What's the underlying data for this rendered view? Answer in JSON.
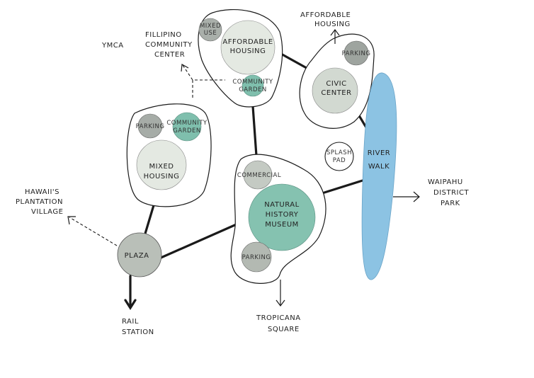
{
  "labels": {
    "ymca": "YMCA",
    "filipino_1": "FILLIPINO",
    "filipino_2": "COMMUNITY",
    "filipino_3": "CENTER",
    "aff_top_1": "AFFORDABLE",
    "aff_top_2": "HOUSING",
    "hawaii_1": "HAWAII'S",
    "hawaii_2": "PLANTATION",
    "hawaii_3": "VILLAGE",
    "waipahu_1": "WAIPAHU",
    "waipahu_2": "DISTRICT",
    "waipahu_3": "PARK",
    "rail_1": "RAIL",
    "rail_2": "STATION",
    "tropicana_1": "TROPICANA",
    "tropicana_2": "SQUARE"
  },
  "nodes": {
    "mixed_use_1": "MIXED",
    "mixed_use_2": "USE",
    "affordable_1": "AFFORDABLE",
    "affordable_2": "HOUSING",
    "comm_garden_top_1": "COMMUNITY",
    "comm_garden_top_2": "GARDEN",
    "parking_ne": "PARKING",
    "civic_1": "CIVIC",
    "civic_2": "CENTER",
    "parking_w": "PARKING",
    "comm_garden_w_1": "COMMUNITY",
    "comm_garden_w_2": "GARDEN",
    "mixed_housing_1": "MIXED",
    "mixed_housing_2": "HOUSING",
    "splash_1": "SPLASH",
    "splash_2": "PAD",
    "river_1": "RIVER",
    "river_2": "WALK",
    "commercial": "COMMERCIAL",
    "museum_1": "NATURAL",
    "museum_2": "HISTORY",
    "museum_3": "MUSEUM",
    "parking_s": "PARKING",
    "plaza": "PLAZA"
  },
  "colors": {
    "teal": "#7fbfad",
    "light_gray": "#dde3dc",
    "mid_gray": "#b7bdb6",
    "dark_gray": "#8f9590",
    "river_blue": "#8cc3e3"
  }
}
